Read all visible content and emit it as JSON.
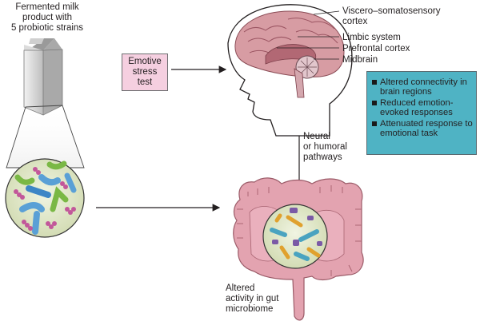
{
  "milk_label": [
    "Fermented milk",
    "product with",
    "5 probiotic strains"
  ],
  "stress_test": [
    "Emotive",
    "stress",
    "test"
  ],
  "brain_labels": {
    "viscero": [
      "Viscero–somatosensory",
      "cortex"
    ],
    "limbic": "Limbic system",
    "prefrontal": "Prefrontal cortex",
    "midbrain": "Midbrain"
  },
  "outcomes": [
    "Altered connectivity in brain regions",
    "Reduced emotion-evoked responses",
    "Attenuated response to emotional task"
  ],
  "pathways": [
    "Neural",
    "or humoral",
    "pathways"
  ],
  "microbiome": [
    "Altered",
    "activity in gut",
    "microbiome"
  ],
  "colors": {
    "outcome_box": "#4fb3c4",
    "stress_box": "#f5cfe0",
    "brain": "#c98b92",
    "gut": "#d99aa7",
    "bacteria_circle": "#dfe8c8"
  }
}
